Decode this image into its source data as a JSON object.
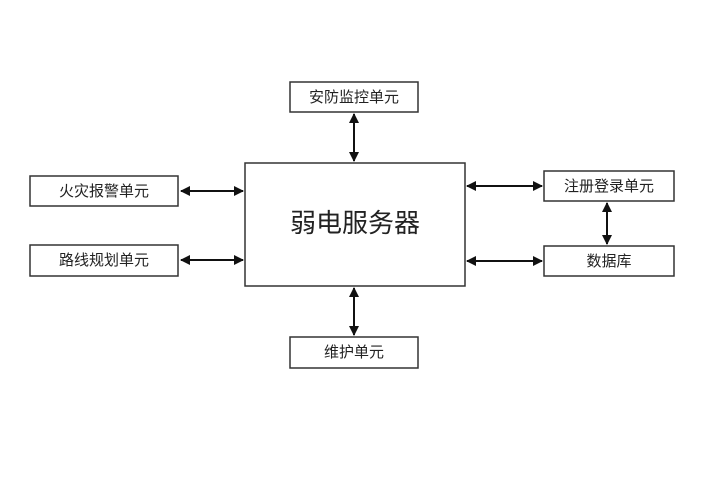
{
  "diagram": {
    "center": "弱电服务器",
    "nodes": {
      "security": "安防监控单元",
      "fire": "火灾报警单元",
      "route": "路线规划单元",
      "register": "注册登录单元",
      "database": "数据库",
      "maintenance": "维护单元"
    },
    "edges": [
      [
        "安防监控单元",
        "弱电服务器",
        "bidirectional"
      ],
      [
        "火灾报警单元",
        "弱电服务器",
        "bidirectional"
      ],
      [
        "路线规划单元",
        "弱电服务器",
        "bidirectional"
      ],
      [
        "注册登录单元",
        "弱电服务器",
        "bidirectional"
      ],
      [
        "数据库",
        "弱电服务器",
        "bidirectional"
      ],
      [
        "维护单元",
        "弱电服务器",
        "bidirectional"
      ],
      [
        "注册登录单元",
        "数据库",
        "bidirectional"
      ]
    ]
  }
}
